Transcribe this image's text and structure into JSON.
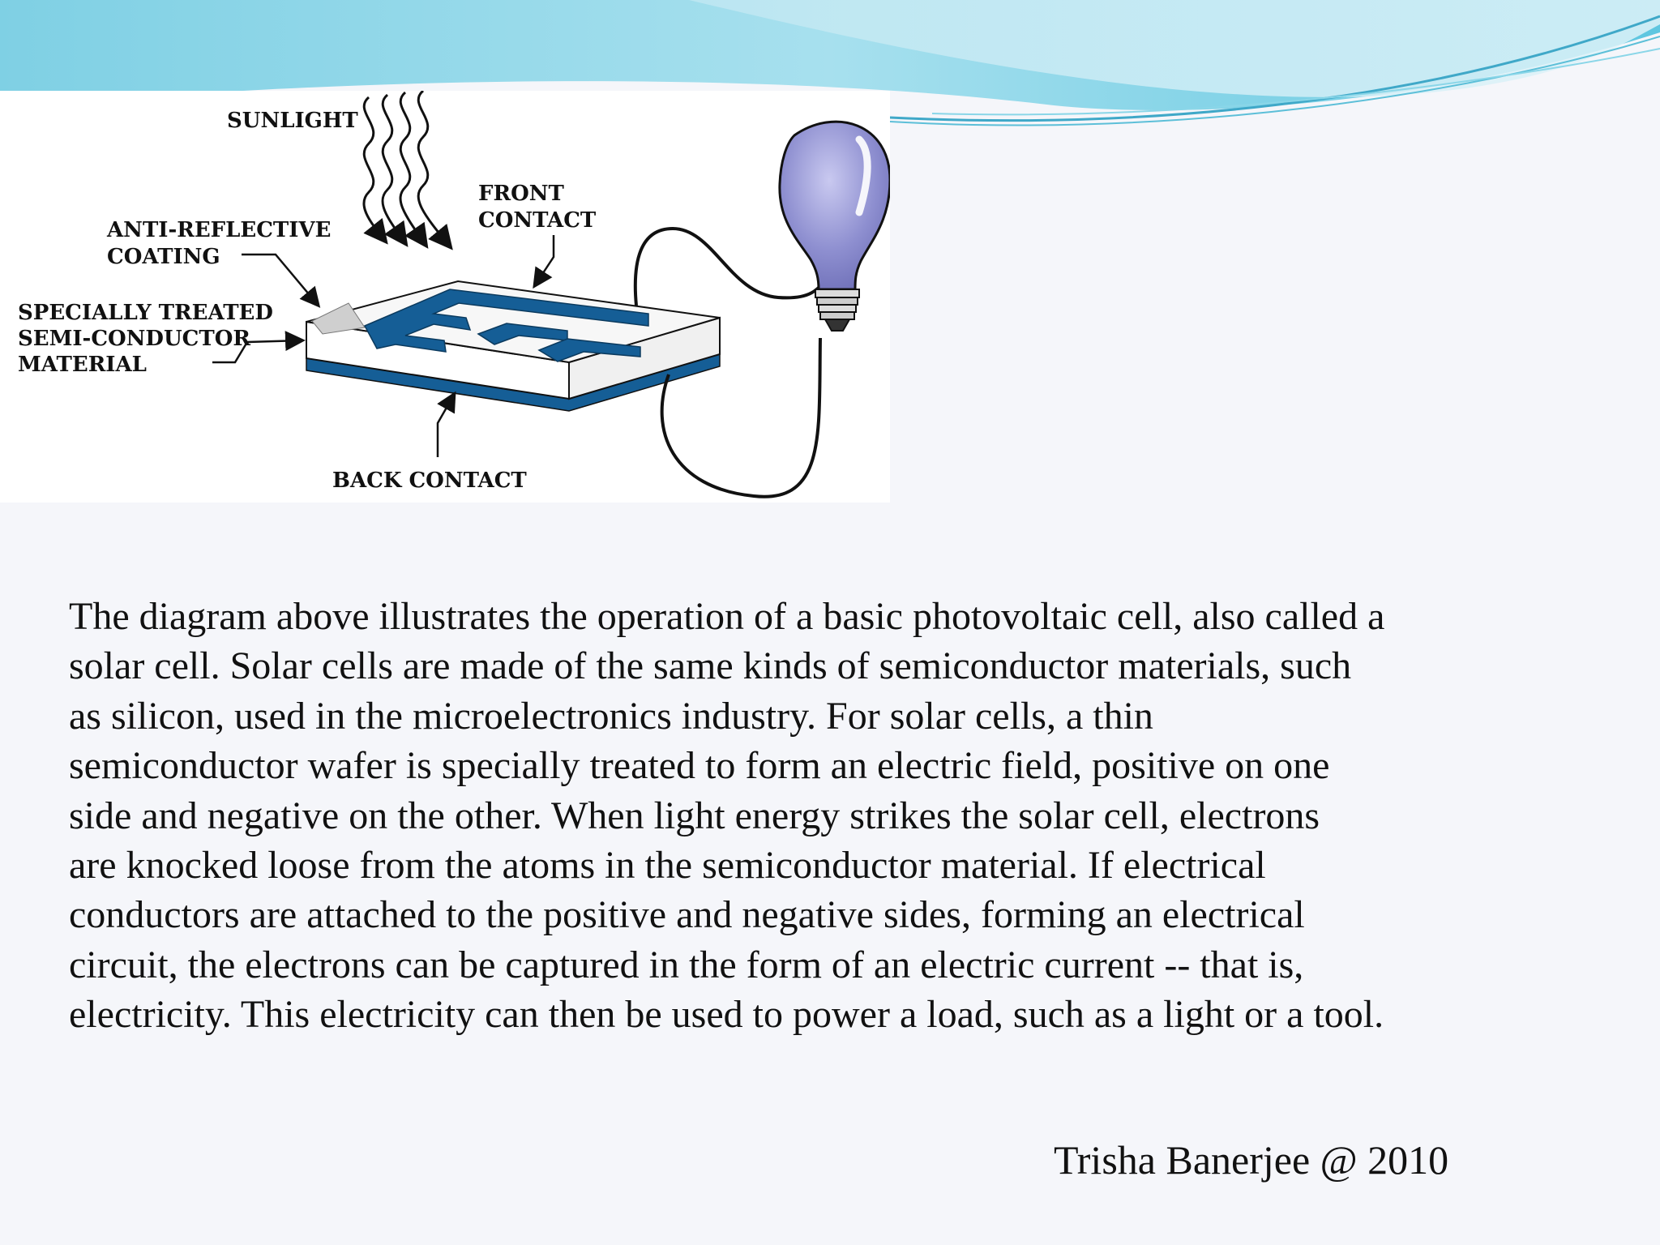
{
  "colors": {
    "header_teal": "#7fd4e6",
    "header_light": "#c9ecf5",
    "cell_blue": "#155e96",
    "bulb_purple": "#8e8fd0",
    "background": "#f5f6fa"
  },
  "diagram": {
    "labels": {
      "sunlight": "SUNLIGHT",
      "front_contact": [
        "FRONT",
        "CONTACT"
      ],
      "anti_reflective": [
        "ANTI-REFLECTIVE",
        "COATING"
      ],
      "semiconductor": [
        "SPECIALLY TREATED",
        "SEMI-CONDUCTOR",
        "MATERIAL"
      ],
      "back_contact": "BACK CONTACT"
    }
  },
  "body": {
    "lines": [
      "The diagram above illustrates the operation of a basic photovoltaic cell, also called a",
      "solar cell. Solar cells are made of the same kinds of semiconductor materials, such",
      "as silicon, used in the microelectronics industry. For solar cells, a thin",
      "semiconductor wafer is specially treated to form an electric field, positive on one",
      "side and negative on the other. When light energy strikes the solar cell, electrons",
      "are knocked loose from the atoms in the semiconductor material. If electrical",
      "conductors are attached to the positive and negative sides, forming an electrical",
      "circuit, the electrons can be captured in the form of an electric current -- that is,",
      "electricity. This electricity can then be used to power a load, such as a light or a tool."
    ]
  },
  "footer": {
    "credit": "Trisha Banerjee @ 2010"
  }
}
